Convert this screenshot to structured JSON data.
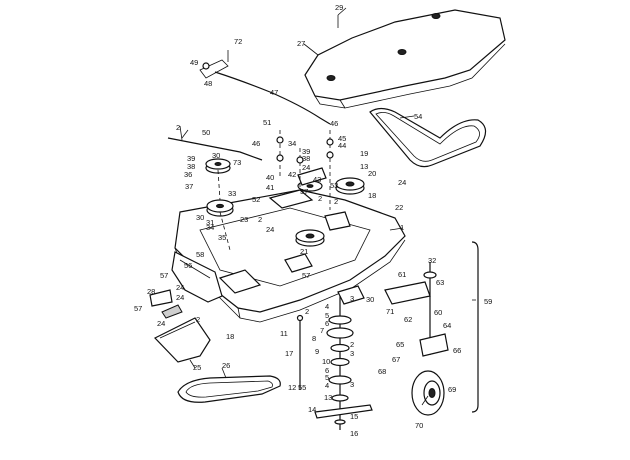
{
  "part_labels": [
    "1",
    "2",
    "3",
    "4",
    "5",
    "6",
    "7",
    "8",
    "9",
    "10",
    "11",
    "12",
    "13",
    "14",
    "15",
    "16",
    "17",
    "18",
    "19",
    "20",
    "21",
    "22",
    "23",
    "24",
    "25",
    "26",
    "27",
    "28",
    "29",
    "30",
    "31",
    "32",
    "33",
    "34",
    "35",
    "36",
    "37",
    "38",
    "39",
    "40",
    "41",
    "42",
    "43",
    "44",
    "45",
    "46",
    "47",
    "48",
    "49",
    "50",
    "51",
    "52",
    "53",
    "54",
    "55",
    "56",
    "57",
    "58",
    "59",
    "60",
    "61",
    "62",
    "63",
    "64",
    "65",
    "66",
    "67",
    "68",
    "69",
    "70",
    "71",
    "72",
    "73"
  ],
  "assembly_label": "59"
}
